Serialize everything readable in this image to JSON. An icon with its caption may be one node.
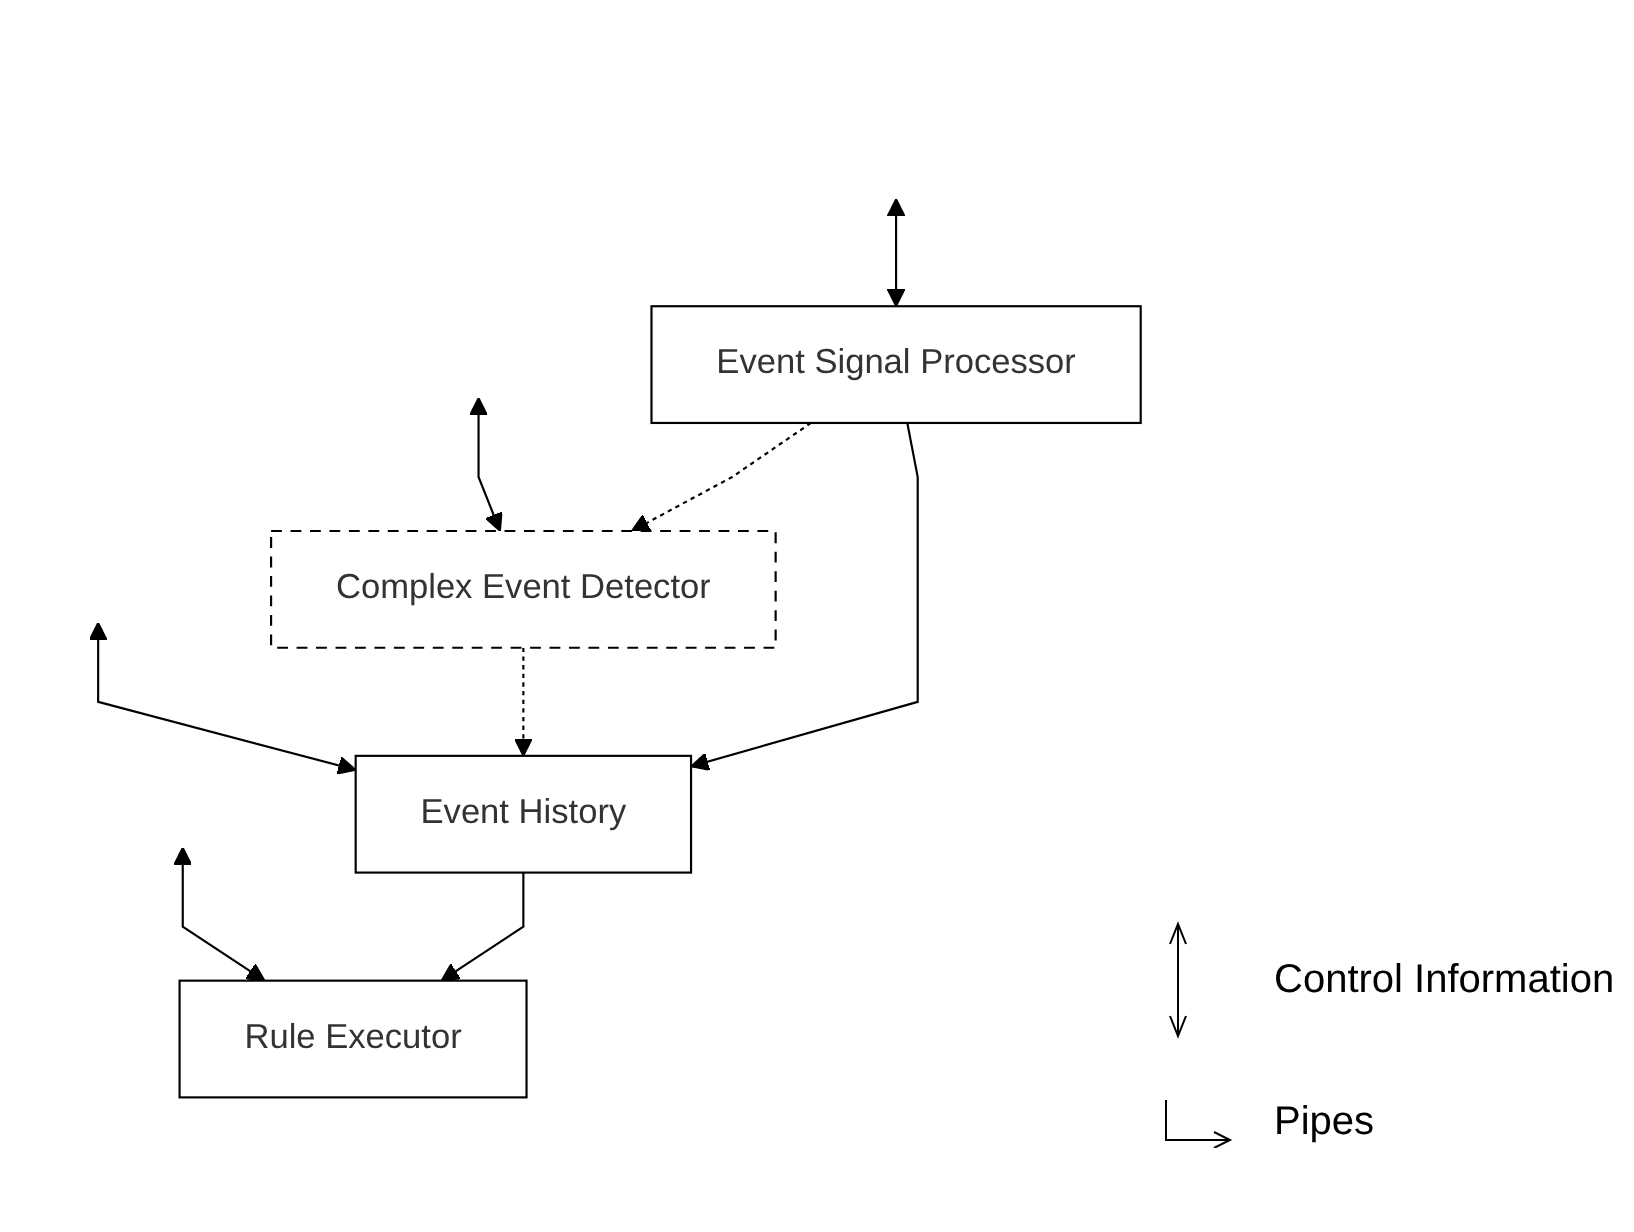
{
  "diagram": {
    "nodes": [
      {
        "text": [
          "Event Signal Processor"
        ]
      },
      {
        "text": [
          "Complex Event Detector"
        ]
      },
      {
        "text": [
          "Event History"
        ]
      },
      {
        "text": [
          "Rule Executor"
        ]
      }
    ],
    "edges": [
      {
        "from": null,
        "to": 0,
        "arrow": "both"
      },
      {
        "from": null,
        "to": 1,
        "arrow": "both"
      },
      {
        "from": null,
        "to": 2,
        "arrow": "both"
      },
      {
        "from": null,
        "to": 3,
        "arrow": "both"
      },
      {
        "from": 0,
        "to": 1,
        "arrow": "to",
        "style": "dashed"
      },
      {
        "from": 1,
        "to": 2,
        "arrow": "to",
        "style": "dashed"
      },
      {
        "from": 0,
        "to": 2,
        "arrow": "to"
      },
      {
        "from": 2,
        "to": 3,
        "arrow": "to"
      }
    ],
    "legend": [
      {
        "text": "Control Information"
      },
      {
        "text": "Pipes"
      }
    ]
  }
}
